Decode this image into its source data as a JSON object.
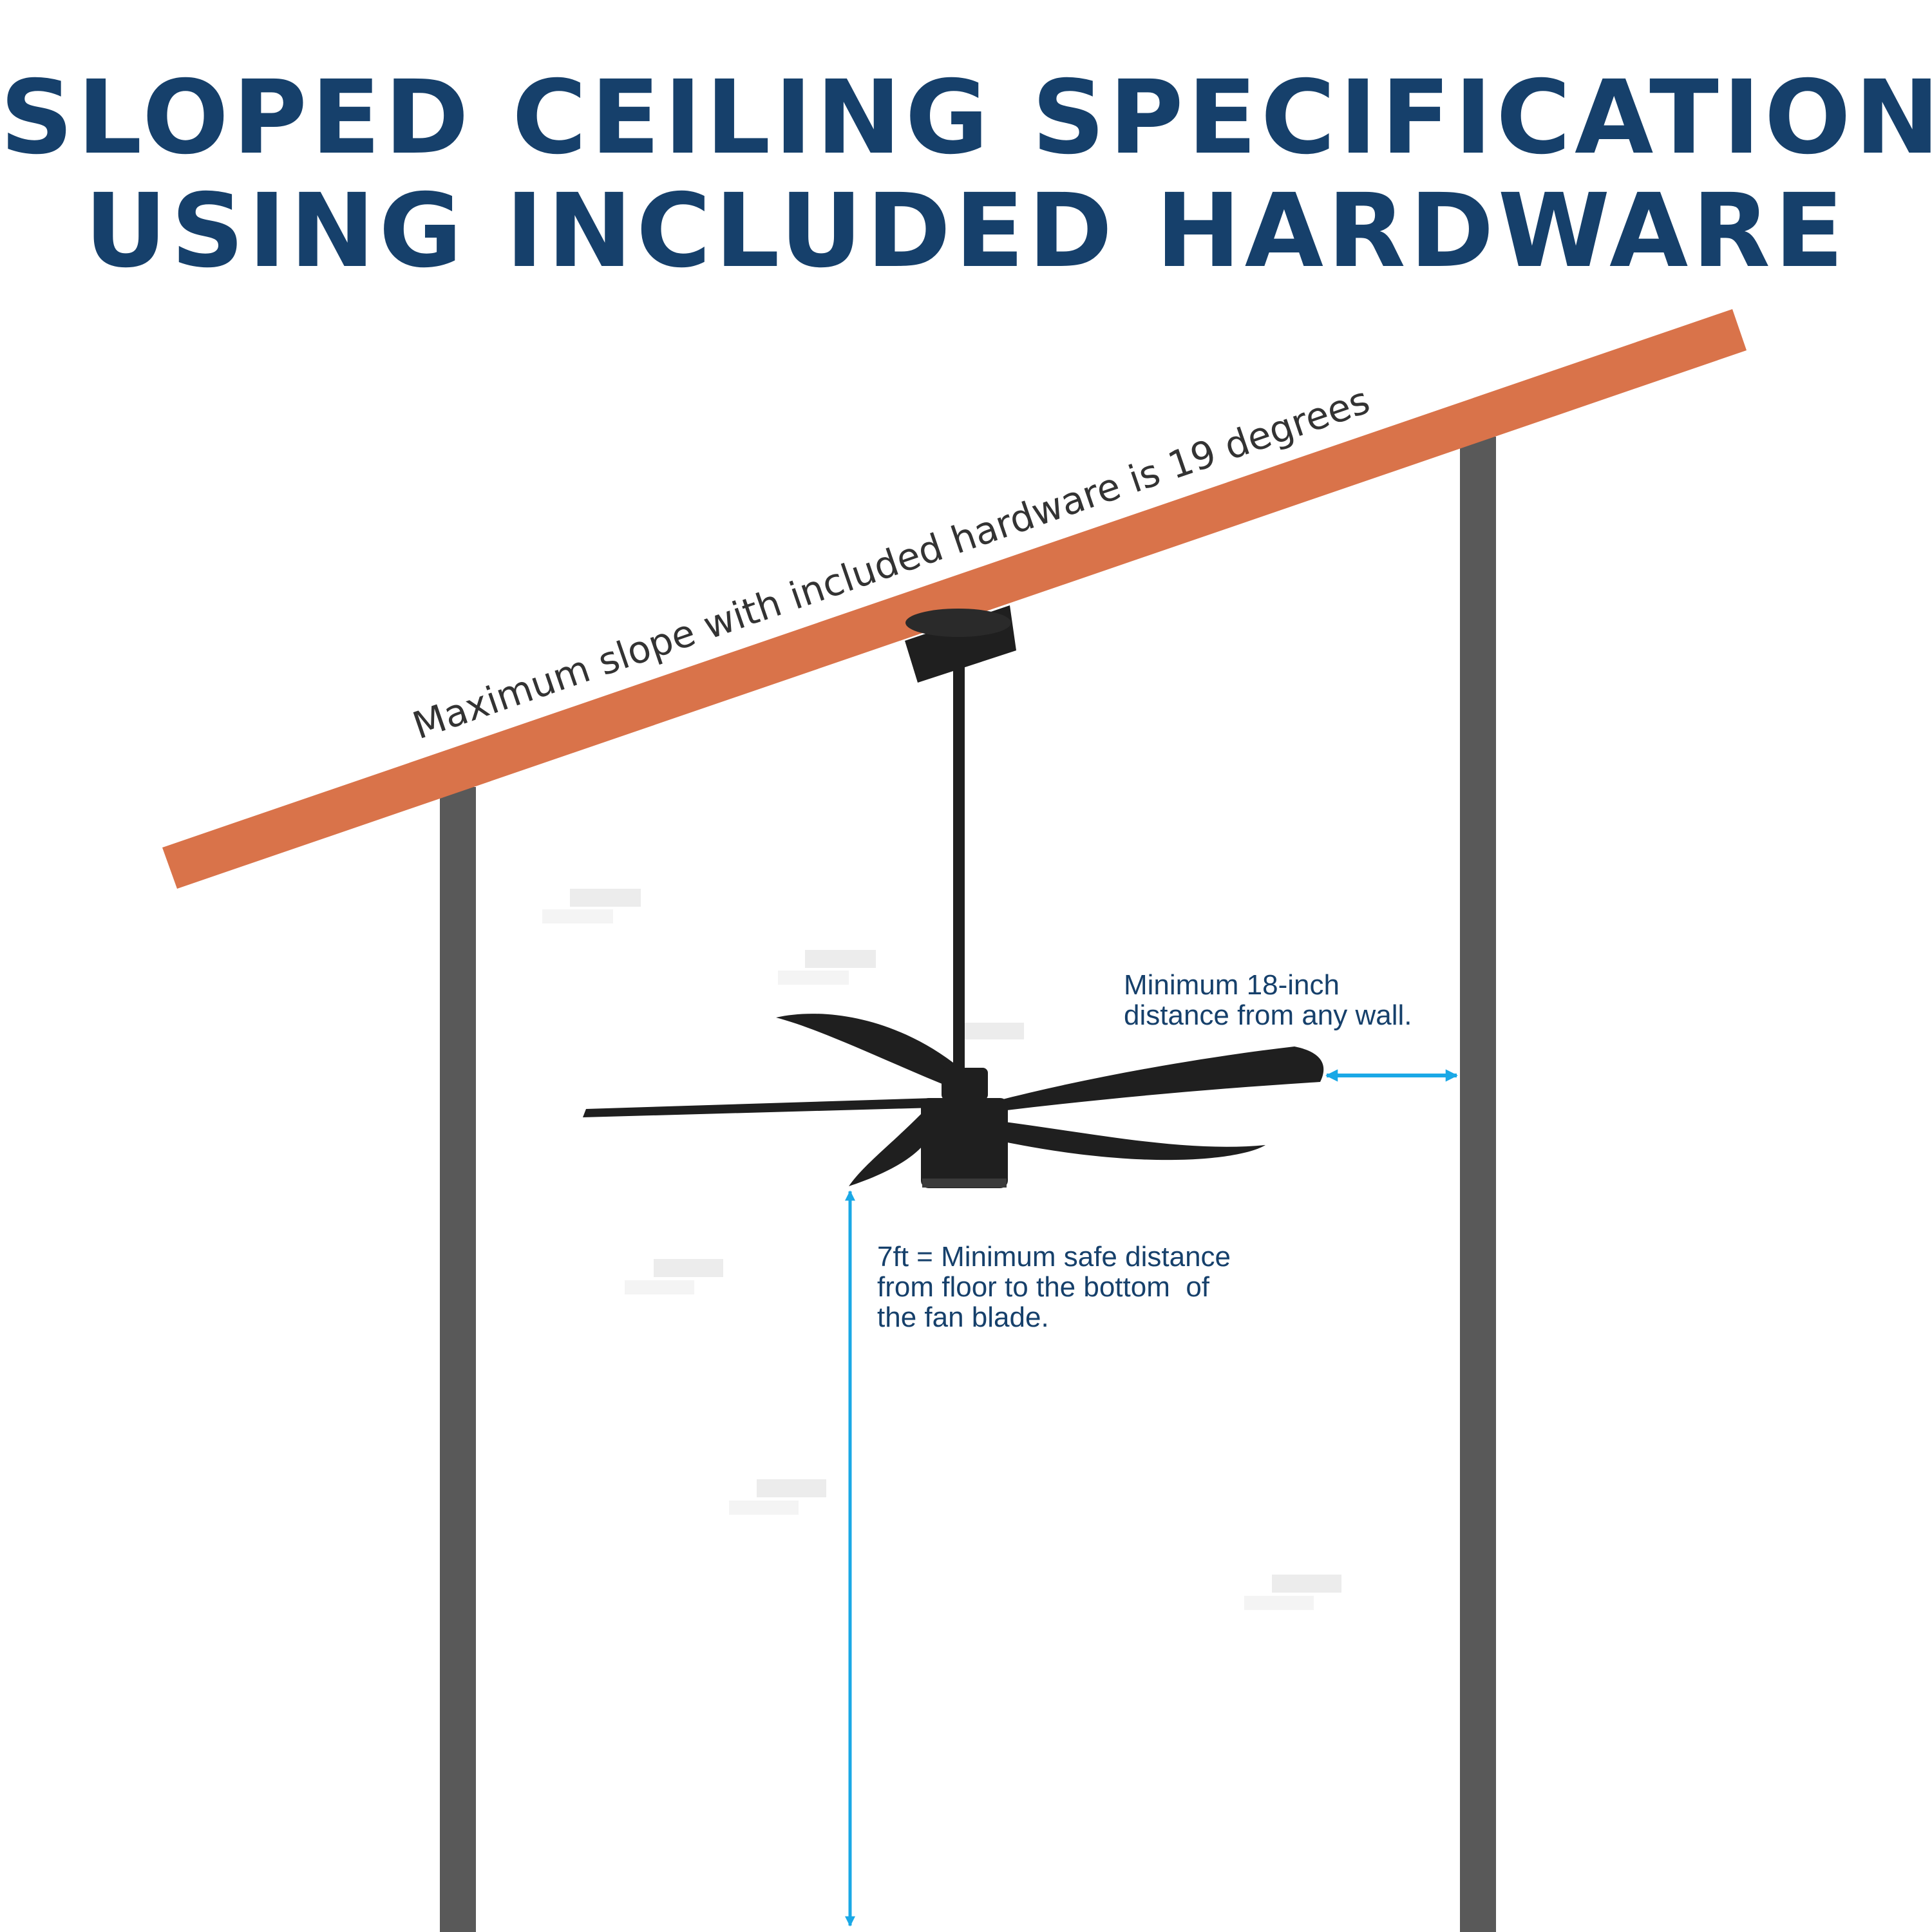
{
  "title": {
    "line1": "SLOPED CEILING SPECIFICATIONS",
    "line2": "USING INCLUDED HARDWARE"
  },
  "slope_label": "Maximum slope with included hardware is 19 degrees",
  "wall_note": {
    "line1": "Minimum 18-inch",
    "line2": "distance from any wall."
  },
  "floor_note": {
    "line1": "7ft = Minimum safe distance",
    "line2": "from floor to the bottom  of",
    "line3": "the fan blade."
  },
  "colors": {
    "title": "#16406b",
    "ceiling_beam": "#d9734a",
    "walls": "#595959",
    "fan": "#1f1f1f",
    "arrows": "#1aa8e6",
    "note_text": "#16406b"
  },
  "icons": {
    "fan": "ceiling-fan-icon"
  }
}
